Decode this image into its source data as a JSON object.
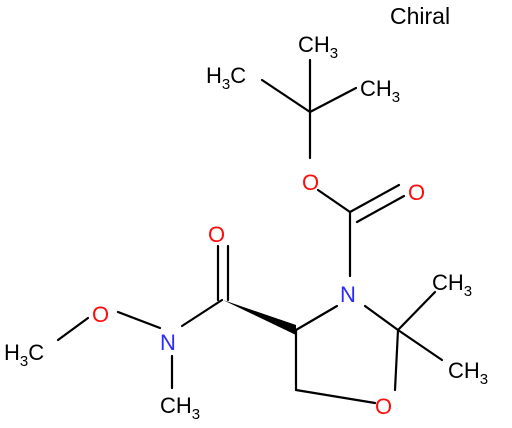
{
  "chiral_label": "Chiral",
  "colors": {
    "bond": "#000000",
    "oxygen": "#ff0d0d",
    "nitrogen": "#2b2bff",
    "carbon": "#000000"
  },
  "atoms": {
    "ch3_top": {
      "main": "CH",
      "sub": "3"
    },
    "h3c_left": {
      "main": "H",
      "sub": "3",
      "tail": "C"
    },
    "ch3_right": {
      "main": "CH",
      "sub": "3"
    },
    "o_ester": "O",
    "o_carbonyl_boc": "O",
    "n_ring": "N",
    "o_carbonyl_amide": "O",
    "o_methoxy": "O",
    "n_amide": "N",
    "h3c_methoxy": {
      "main": "H",
      "sub": "3",
      "tail": "C"
    },
    "ch3_n": {
      "main": "CH",
      "sub": "3"
    },
    "ch3_gem1": {
      "main": "CH",
      "sub": "3"
    },
    "ch3_gem2": {
      "main": "CH",
      "sub": "3"
    },
    "o_ring": "O"
  }
}
